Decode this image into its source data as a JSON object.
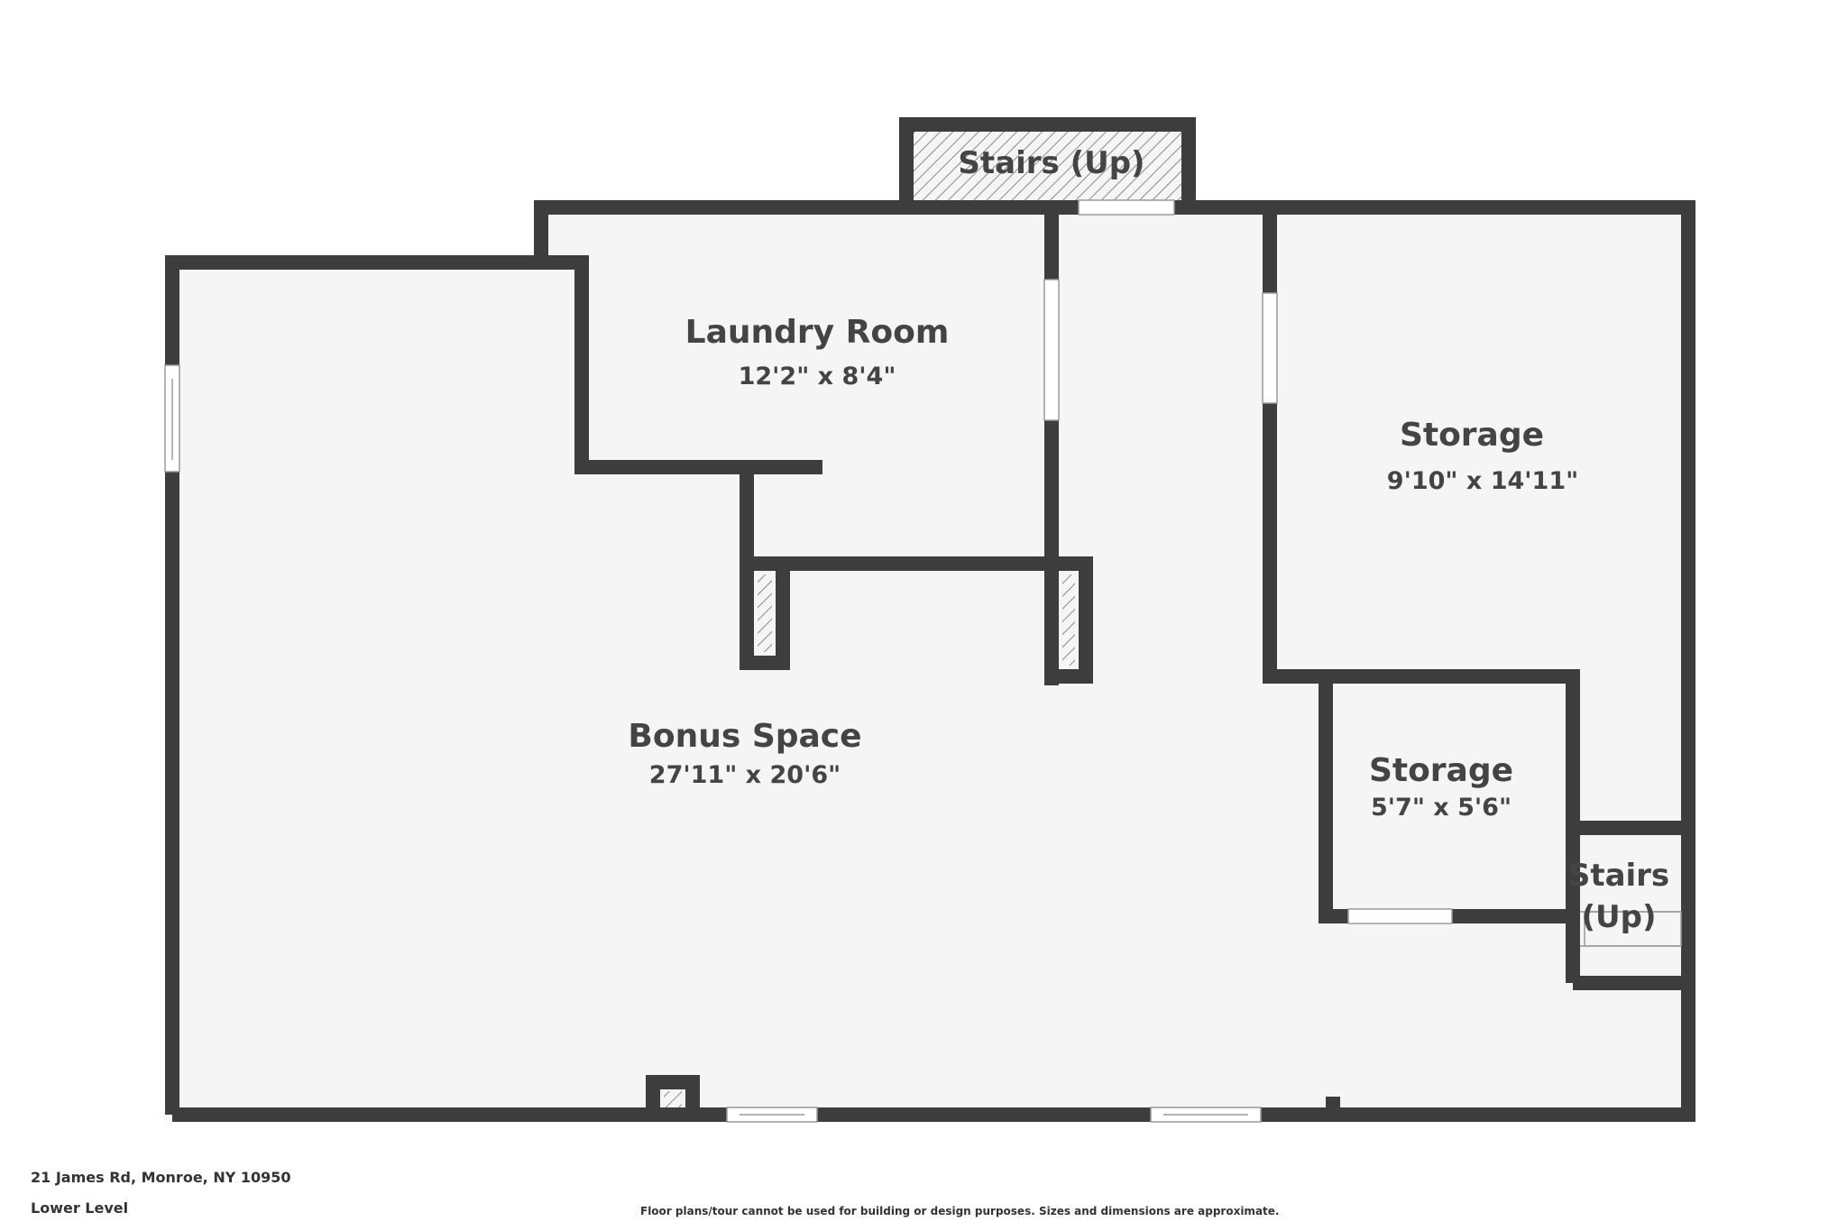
{
  "rooms": {
    "stairs_top": {
      "name": "Stairs (Up)"
    },
    "laundry": {
      "name": "Laundry Room",
      "dims": "12'2\" x 8'4\""
    },
    "storage_large": {
      "name": "Storage",
      "dims": "9'10\" x 14'11\""
    },
    "bonus": {
      "name": "Bonus Space",
      "dims": "27'11\" x 20'6\""
    },
    "storage_small": {
      "name": "Storage",
      "dims": "5'7\" x 5'6\""
    },
    "stairs_right": {
      "line1": "Stairs",
      "line2": "(Up)"
    }
  },
  "footer": {
    "address": "21 James Rd, Monroe, NY 10950",
    "level": "Lower Level",
    "disclaimer": "Floor plans/tour cannot be used for building or design purposes. Sizes and dimensions are approximate."
  },
  "colors": {
    "wall": "#3d3d3d",
    "floor": "#f5f5f5",
    "text": "#444444",
    "background": "#ffffff"
  }
}
